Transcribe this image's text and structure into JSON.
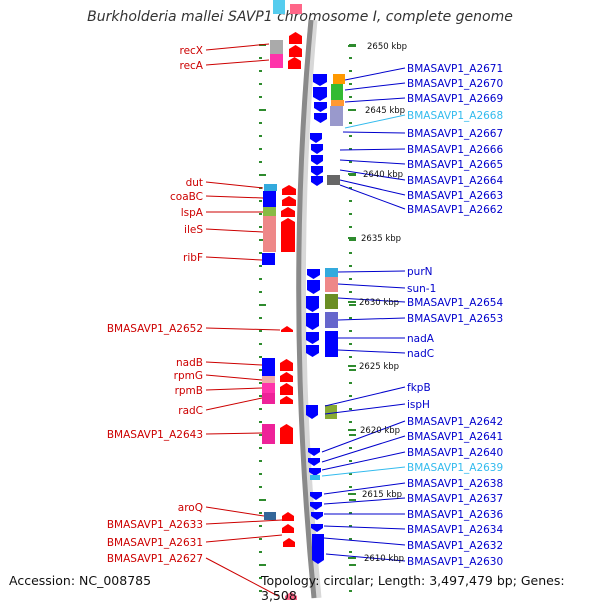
{
  "title": "Burkholderia mallei SAVP1 chromosome I, complete genome",
  "accession": "Accession: NC_008785",
  "topology": "Topology: circular; Length: 3,497,479 bp; Genes: 3,508",
  "colors": {
    "left_label": "#cc0000",
    "right_label": "#0000cc",
    "highlight_label": "#33bbee",
    "forward_gene": "#ff0000",
    "reverse_gene": "#0000ff",
    "axis": "#888888",
    "tick": "#2e8b2e"
  },
  "scale_labels": [
    "2650 kbp",
    "2645 kbp",
    "2640 kbp",
    "2635 kbp",
    "2630 kbp",
    "2625 kbp",
    "2620 kbp",
    "2615 kbp",
    "2610 kbp"
  ],
  "left_labels": [
    "recX",
    "recA",
    "dut",
    "coaBC",
    "lspA",
    "ileS",
    "ribF",
    "BMASAVP1_A2652",
    "nadB",
    "rpmG",
    "rpmB",
    "radC",
    "BMASAVP1_A2643",
    "aroQ",
    "BMASAVP1_A2633",
    "BMASAVP1_A2631",
    "BMASAVP1_A2627"
  ],
  "right_labels": [
    {
      "text": "BMASAVP1_A2671",
      "highlight": false
    },
    {
      "text": "BMASAVP1_A2670",
      "highlight": false
    },
    {
      "text": "BMASAVP1_A2669",
      "highlight": false
    },
    {
      "text": "BMASAVP1_A2668",
      "highlight": true
    },
    {
      "text": "BMASAVP1_A2667",
      "highlight": false
    },
    {
      "text": "BMASAVP1_A2666",
      "highlight": false
    },
    {
      "text": "BMASAVP1_A2665",
      "highlight": false
    },
    {
      "text": "BMASAVP1_A2664",
      "highlight": false
    },
    {
      "text": "BMASAVP1_A2663",
      "highlight": false
    },
    {
      "text": "BMASAVP1_A2662",
      "highlight": false
    },
    {
      "text": "purN",
      "highlight": false
    },
    {
      "text": "sun-1",
      "highlight": false
    },
    {
      "text": "BMASAVP1_A2654",
      "highlight": false
    },
    {
      "text": "BMASAVP1_A2653",
      "highlight": false
    },
    {
      "text": "nadA",
      "highlight": false
    },
    {
      "text": "nadC",
      "highlight": false
    },
    {
      "text": "fkpB",
      "highlight": false
    },
    {
      "text": "ispH",
      "highlight": false
    },
    {
      "text": "BMASAVP1_A2642",
      "highlight": false
    },
    {
      "text": "BMASAVP1_A2641",
      "highlight": false
    },
    {
      "text": "BMASAVP1_A2640",
      "highlight": false
    },
    {
      "text": "BMASAVP1_A2639",
      "highlight": true
    },
    {
      "text": "BMASAVP1_A2638",
      "highlight": false
    },
    {
      "text": "BMASAVP1_A2637",
      "highlight": false
    },
    {
      "text": "BMASAVP1_A2636",
      "highlight": false
    },
    {
      "text": "BMASAVP1_A2634",
      "highlight": false
    },
    {
      "text": "BMASAVP1_A2632",
      "highlight": false
    },
    {
      "text": "BMASAVP1_A2630",
      "highlight": false
    }
  ]
}
